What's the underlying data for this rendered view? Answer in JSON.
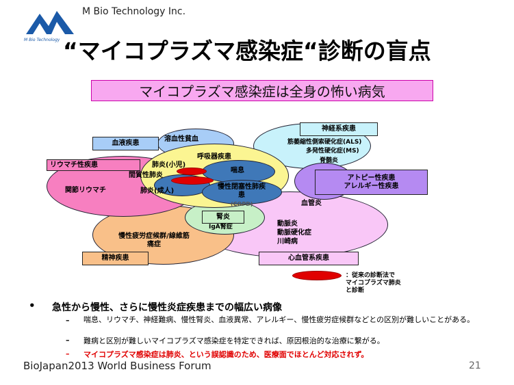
{
  "header": {
    "company": "M Bio Technology Inc.",
    "logo_text": "M Bio Technology",
    "title": "“マイコプラズマ感染症“診断の盲点"
  },
  "banner": "マイコプラズマ感染症は全身の怖い病気",
  "diagram": {
    "blood": {
      "box": "血液疾患",
      "item": "溶血性貧血"
    },
    "rheuma": {
      "box": "リウマチ性疾患",
      "item": "関節リウマチ"
    },
    "respiratory": {
      "title": "呼吸器疾患",
      "pneumonia_child": "肺炎(小児)",
      "interstitial": "間質性肺炎",
      "pneumonia_adult": "肺炎(成人)",
      "asthma": "喘息",
      "copd": "慢性閉塞性肺疾患",
      "copd_abbr": "(COPD)"
    },
    "kidney": {
      "box": "腎炎",
      "item": "IgA腎症"
    },
    "fatigue": {
      "item": "慢性疲労症候群/線維筋痛症",
      "box": "精神疾患"
    },
    "neuro": {
      "box": "神経系疾患",
      "items": [
        "筋萎縮性側索硬化症(ALS)",
        "多発性硬化症(MS)",
        "脊髄炎"
      ]
    },
    "allergy": {
      "line1": "アトピー性疾患",
      "line2": "アレルギー性疾患"
    },
    "cardio": {
      "vasculitis": "血管炎",
      "items": [
        "動脈炎",
        "動脈硬化症",
        "川崎病"
      ],
      "box": "心血管系疾患"
    },
    "legend": "：従来の診断法で\nマイコプラズマ肺炎\nと診断"
  },
  "bullets": {
    "main": "急性から慢性、さらに慢性炎症疾患までの幅広い病像",
    "subs": [
      "喘息、リウマチ、神経難病、慢性腎炎、血液異常、アレルギー、慢性疲労症候群などとの区別が難しいことがある。",
      "難病と区別が難しいマイコプラズマ感染症を特定できれば、原因根治的な治療に繋がる。",
      "マイコプラズマ感染症は肺炎、という誤認識のため、医療面でほとんど対応されず。"
    ]
  },
  "footer": {
    "event": "BioJapan2013 World Business Forum",
    "page": "21"
  },
  "colors": {
    "red": "#e00000",
    "banner": "#f8a8f0"
  }
}
